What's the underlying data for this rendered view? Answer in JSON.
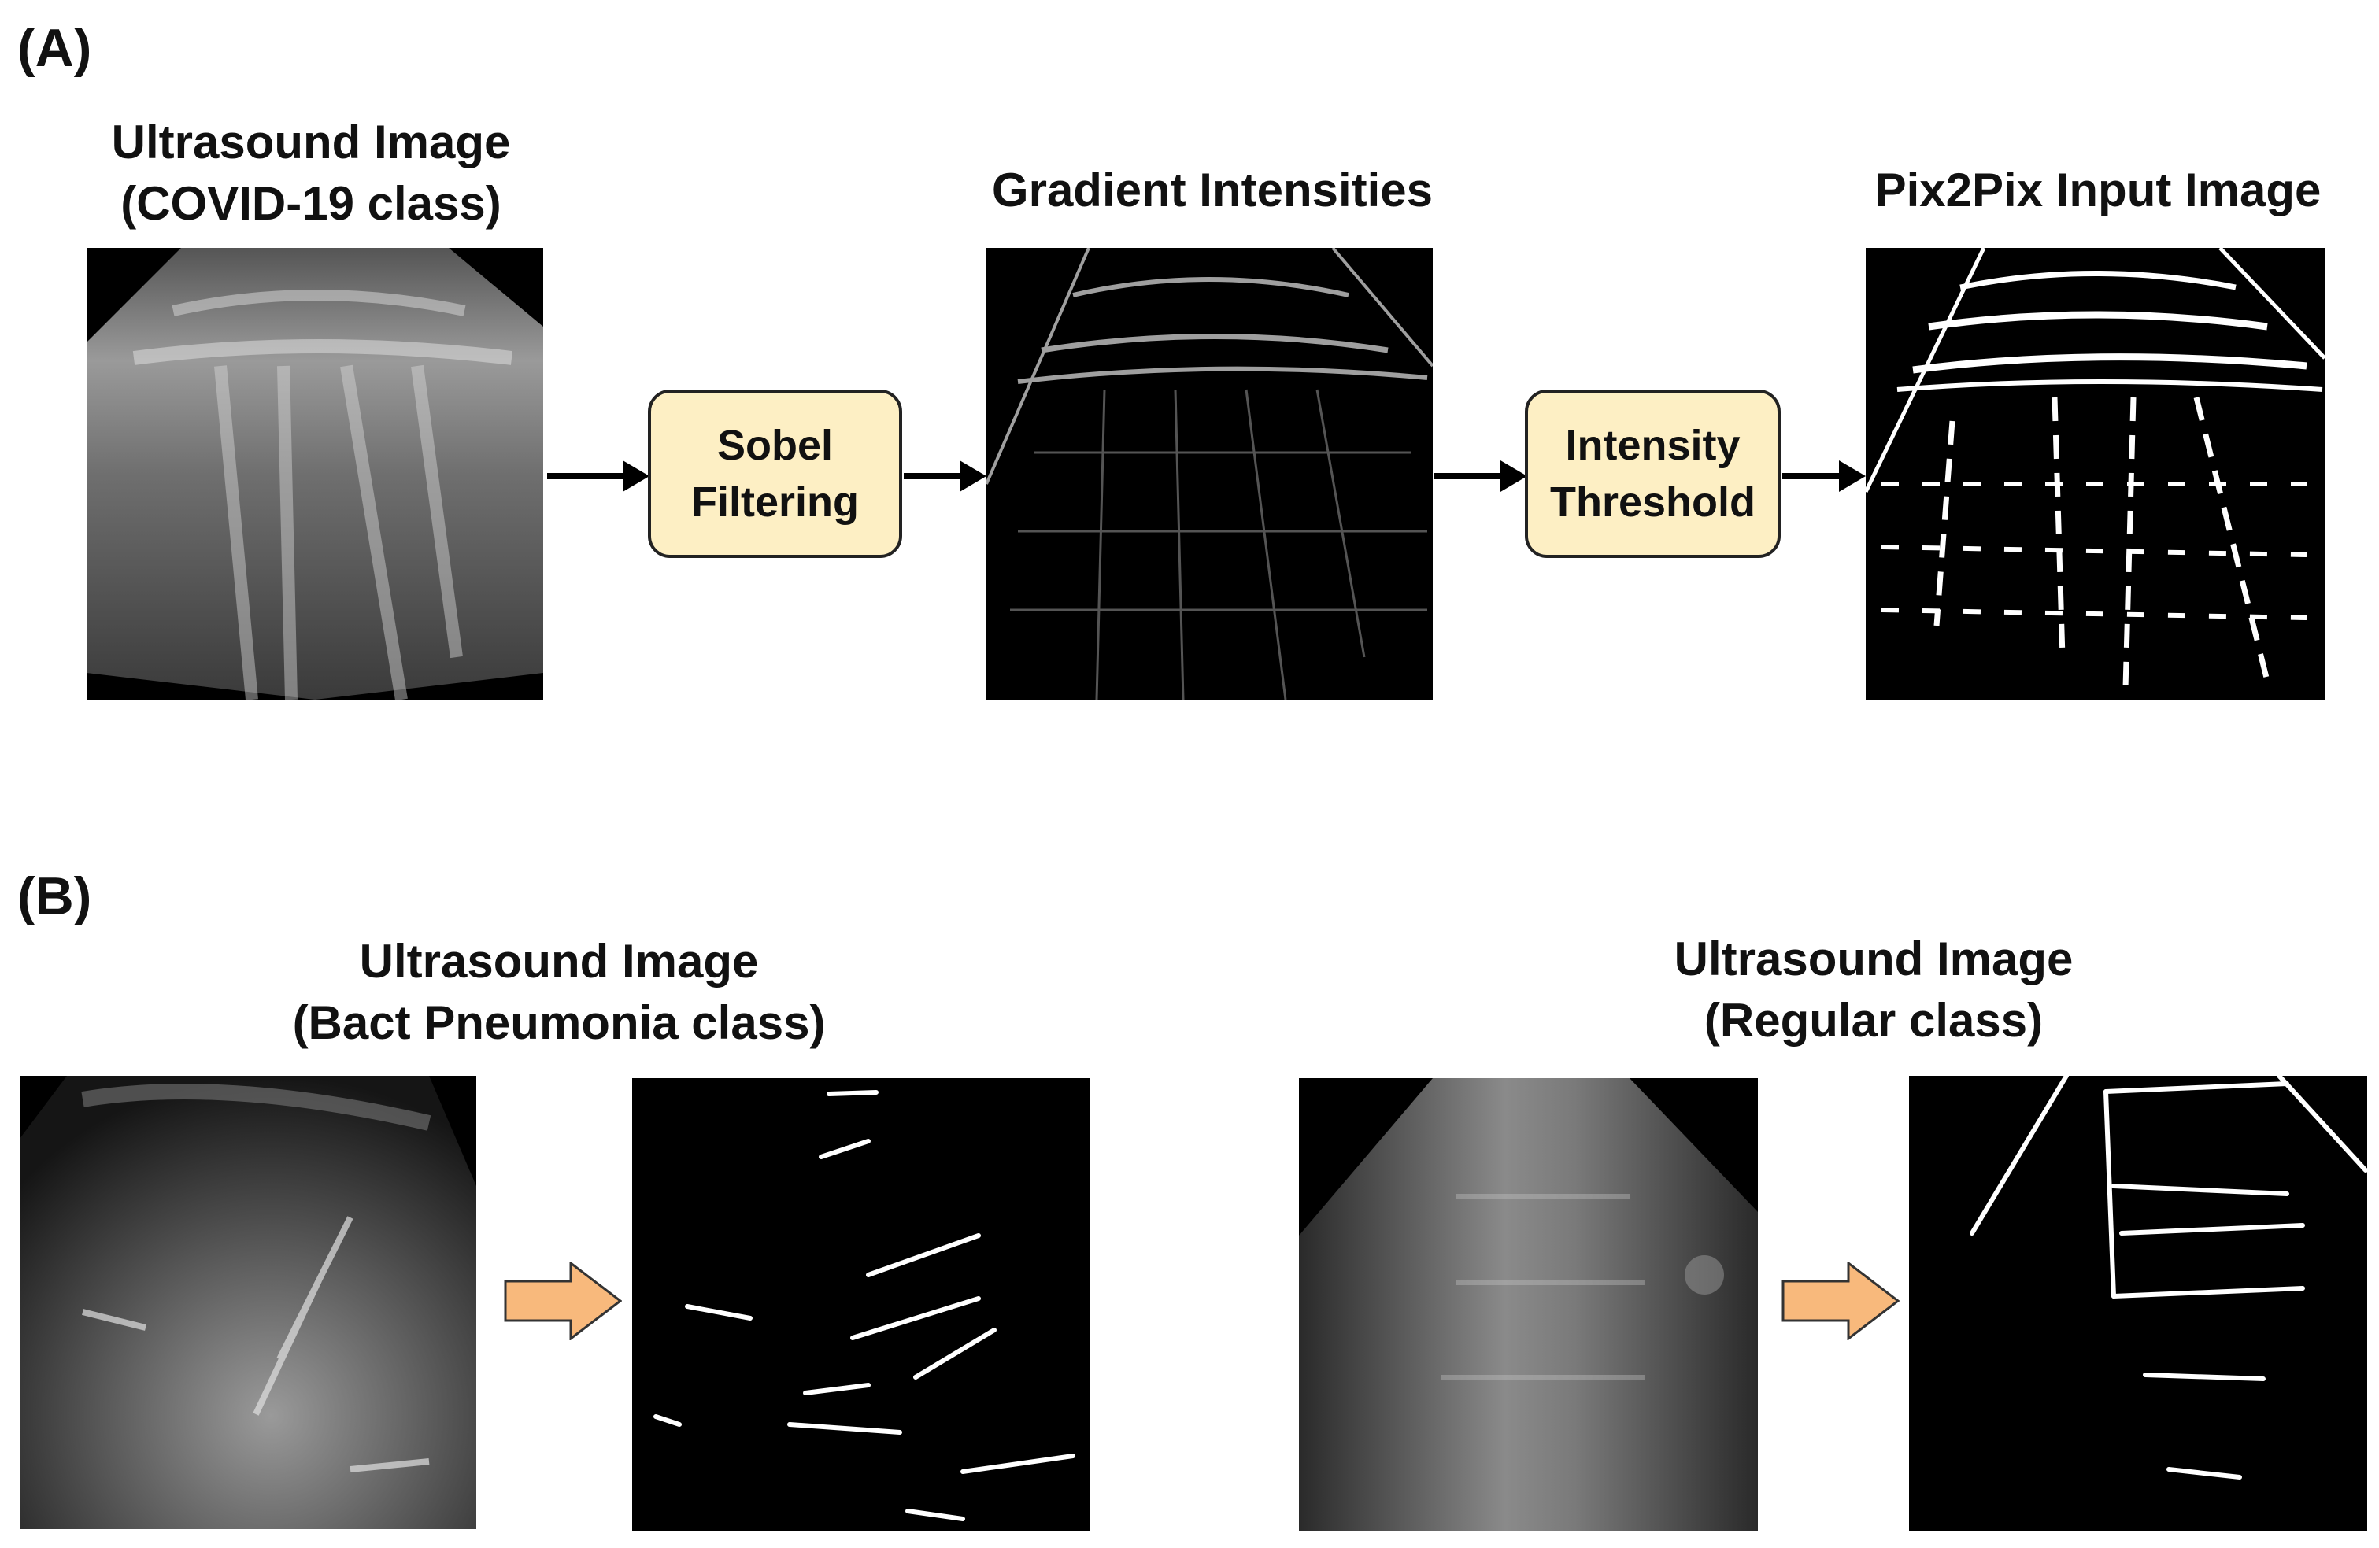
{
  "panel_a": {
    "label": "(A)",
    "input_caption": "Ultrasound Image\n (COVID-19 class)",
    "gradient_caption": "Gradient Intensities",
    "output_caption": "Pix2Pix Input Image",
    "step1": "Sobel\nFiltering",
    "step2": "Intensity\nThreshold"
  },
  "panel_b": {
    "label": "(B)",
    "left_caption": "Ultrasound Image\n(Bact Pneumonia class)",
    "right_caption": "Ultrasound Image\n(Regular class)"
  },
  "colors": {
    "box_fill": "#fdefc4",
    "block_arrow": "#f8b97c",
    "arrow": "#000000"
  }
}
